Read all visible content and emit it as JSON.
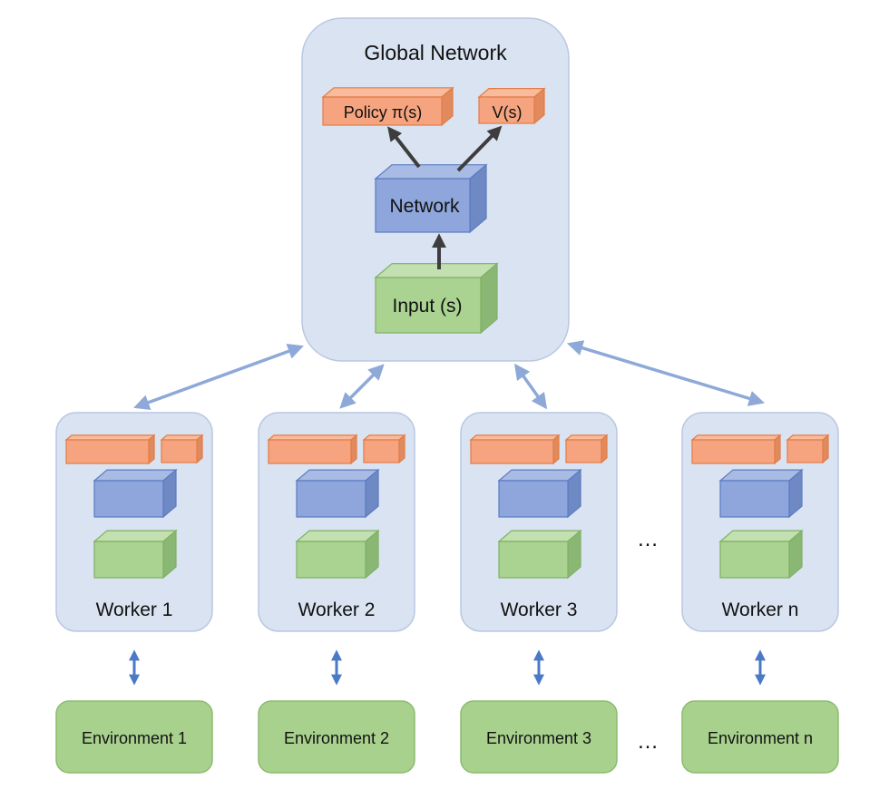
{
  "colors": {
    "panel_fill": "#dae3f1",
    "panel_stroke": "#b9c8e2",
    "orange_front": "#f5a47f",
    "orange_top": "#f8bb9c",
    "orange_side": "#e08a5e",
    "orange_stroke": "#e37c45",
    "blue_front": "#8ea6dc",
    "blue_top": "#a8bbe4",
    "blue_side": "#6f89c4",
    "blue_stroke": "#5b7bc2",
    "green_front": "#aad392",
    "green_top": "#c2e0b0",
    "green_side": "#8ab874",
    "green_stroke": "#7fb062",
    "env_fill": "#a9d18e",
    "env_stroke": "#8cbb6e",
    "link_arrow": "#8ea9d8",
    "env_arrow": "#4a79c6",
    "inner_arrow": "#3d3d3d"
  },
  "global": {
    "title": "Global Network",
    "policy_label": "Policy π(s)",
    "value_label": "V(s)",
    "network_label": "Network",
    "input_label": "Input (s)"
  },
  "workers": [
    {
      "label": "Worker 1",
      "environment": "Environment 1"
    },
    {
      "label": "Worker 2",
      "environment": "Environment 2"
    },
    {
      "label": "Worker 3",
      "environment": "Environment 3"
    },
    {
      "label": "Worker n",
      "environment": "Environment n"
    }
  ],
  "ellipsis": "…"
}
